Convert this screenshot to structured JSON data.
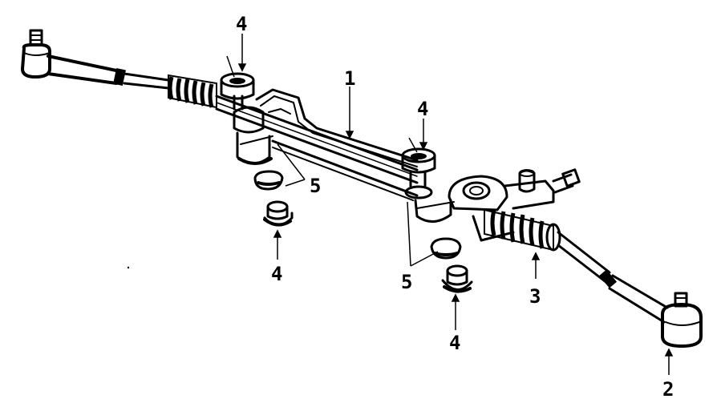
{
  "diagram": {
    "title": "",
    "callouts": {
      "rack_housing": "1",
      "outer_tie_rod_end": "2",
      "boot": "3",
      "bushing_upper_left": "4",
      "bushing_lower_left": "4",
      "bushing_upper_mid": "4",
      "bushing_lower_mid": "4",
      "clamp_left": "5",
      "clamp_mid": "5"
    }
  }
}
